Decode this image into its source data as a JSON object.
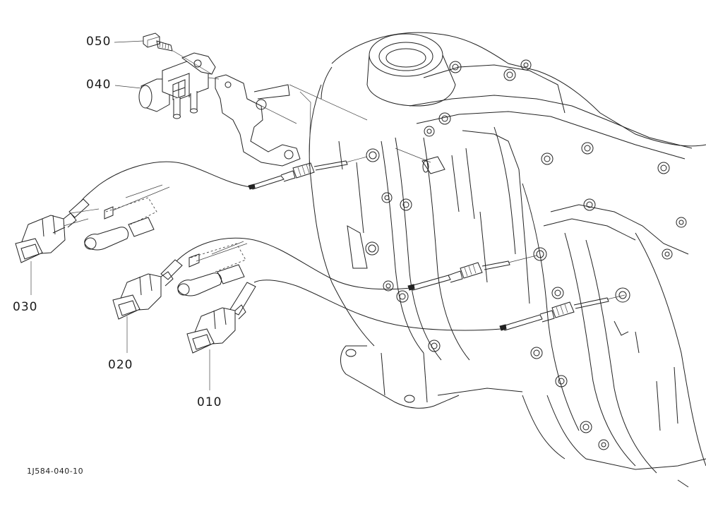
{
  "parts": [
    {
      "ref": "050"
    },
    {
      "ref": "040"
    },
    {
      "ref": "030"
    },
    {
      "ref": "020"
    },
    {
      "ref": "010"
    }
  ],
  "figure_id": "1J584-040-10"
}
